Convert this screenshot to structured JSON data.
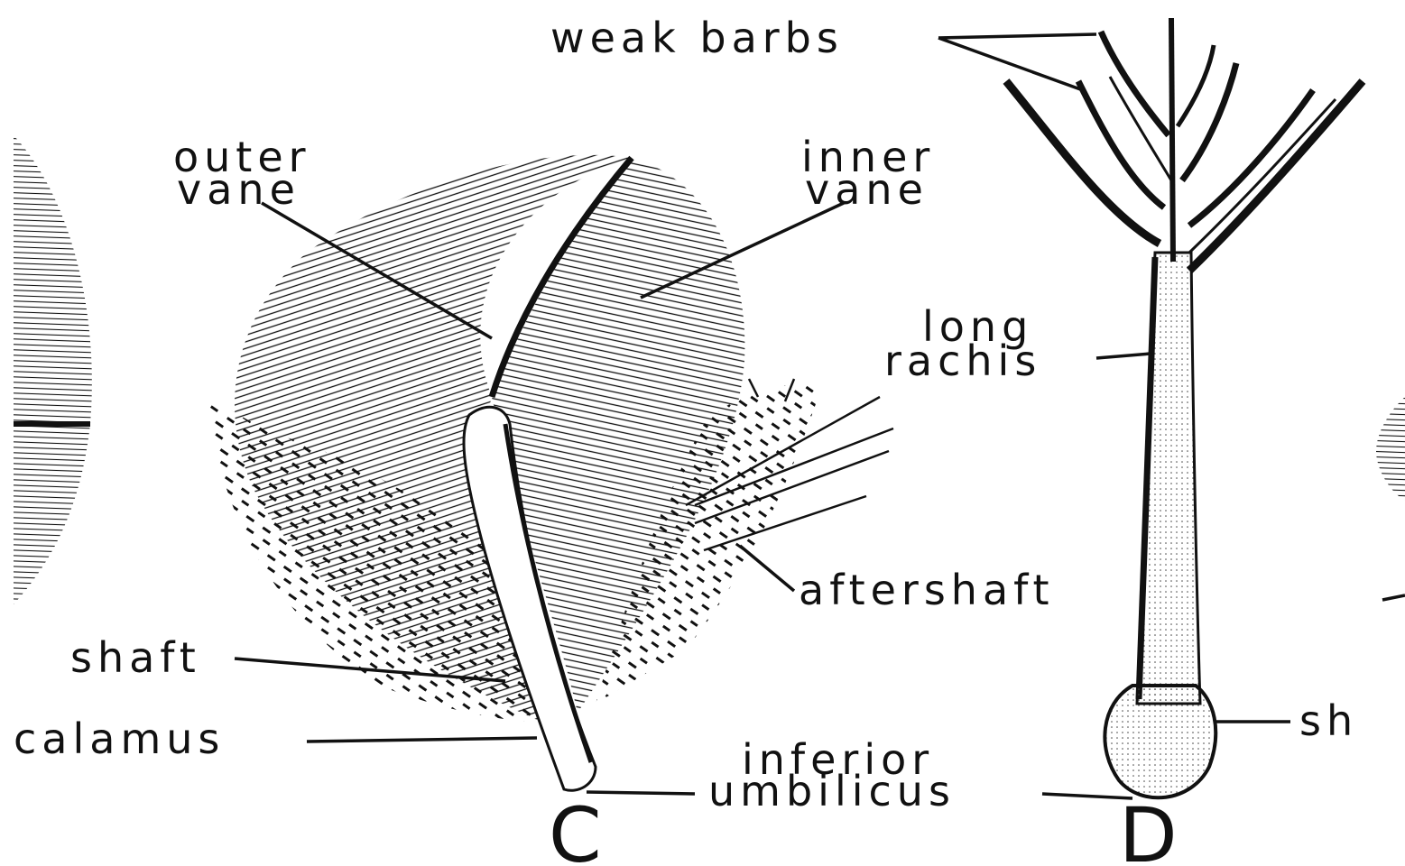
{
  "labels": {
    "weak_barbs": "weak barbs",
    "outer_vane_1": "outer",
    "outer_vane_2": "vane",
    "inner_vane_1": "inner",
    "inner_vane_2": "vane",
    "long_rachis_1": "long",
    "long_rachis_2": "rachis",
    "aftershaft": "aftershaft",
    "shaft": "shaft",
    "calamus": "calamus",
    "inferior_umbilicus_1": "inferior",
    "inferior_umbilicus_2": "umbilicus",
    "shaft_d_partial": "sh"
  },
  "figure_letters": {
    "c": "C",
    "d": "D"
  },
  "colors": {
    "ink": "#111111",
    "paper": "#ffffff"
  }
}
